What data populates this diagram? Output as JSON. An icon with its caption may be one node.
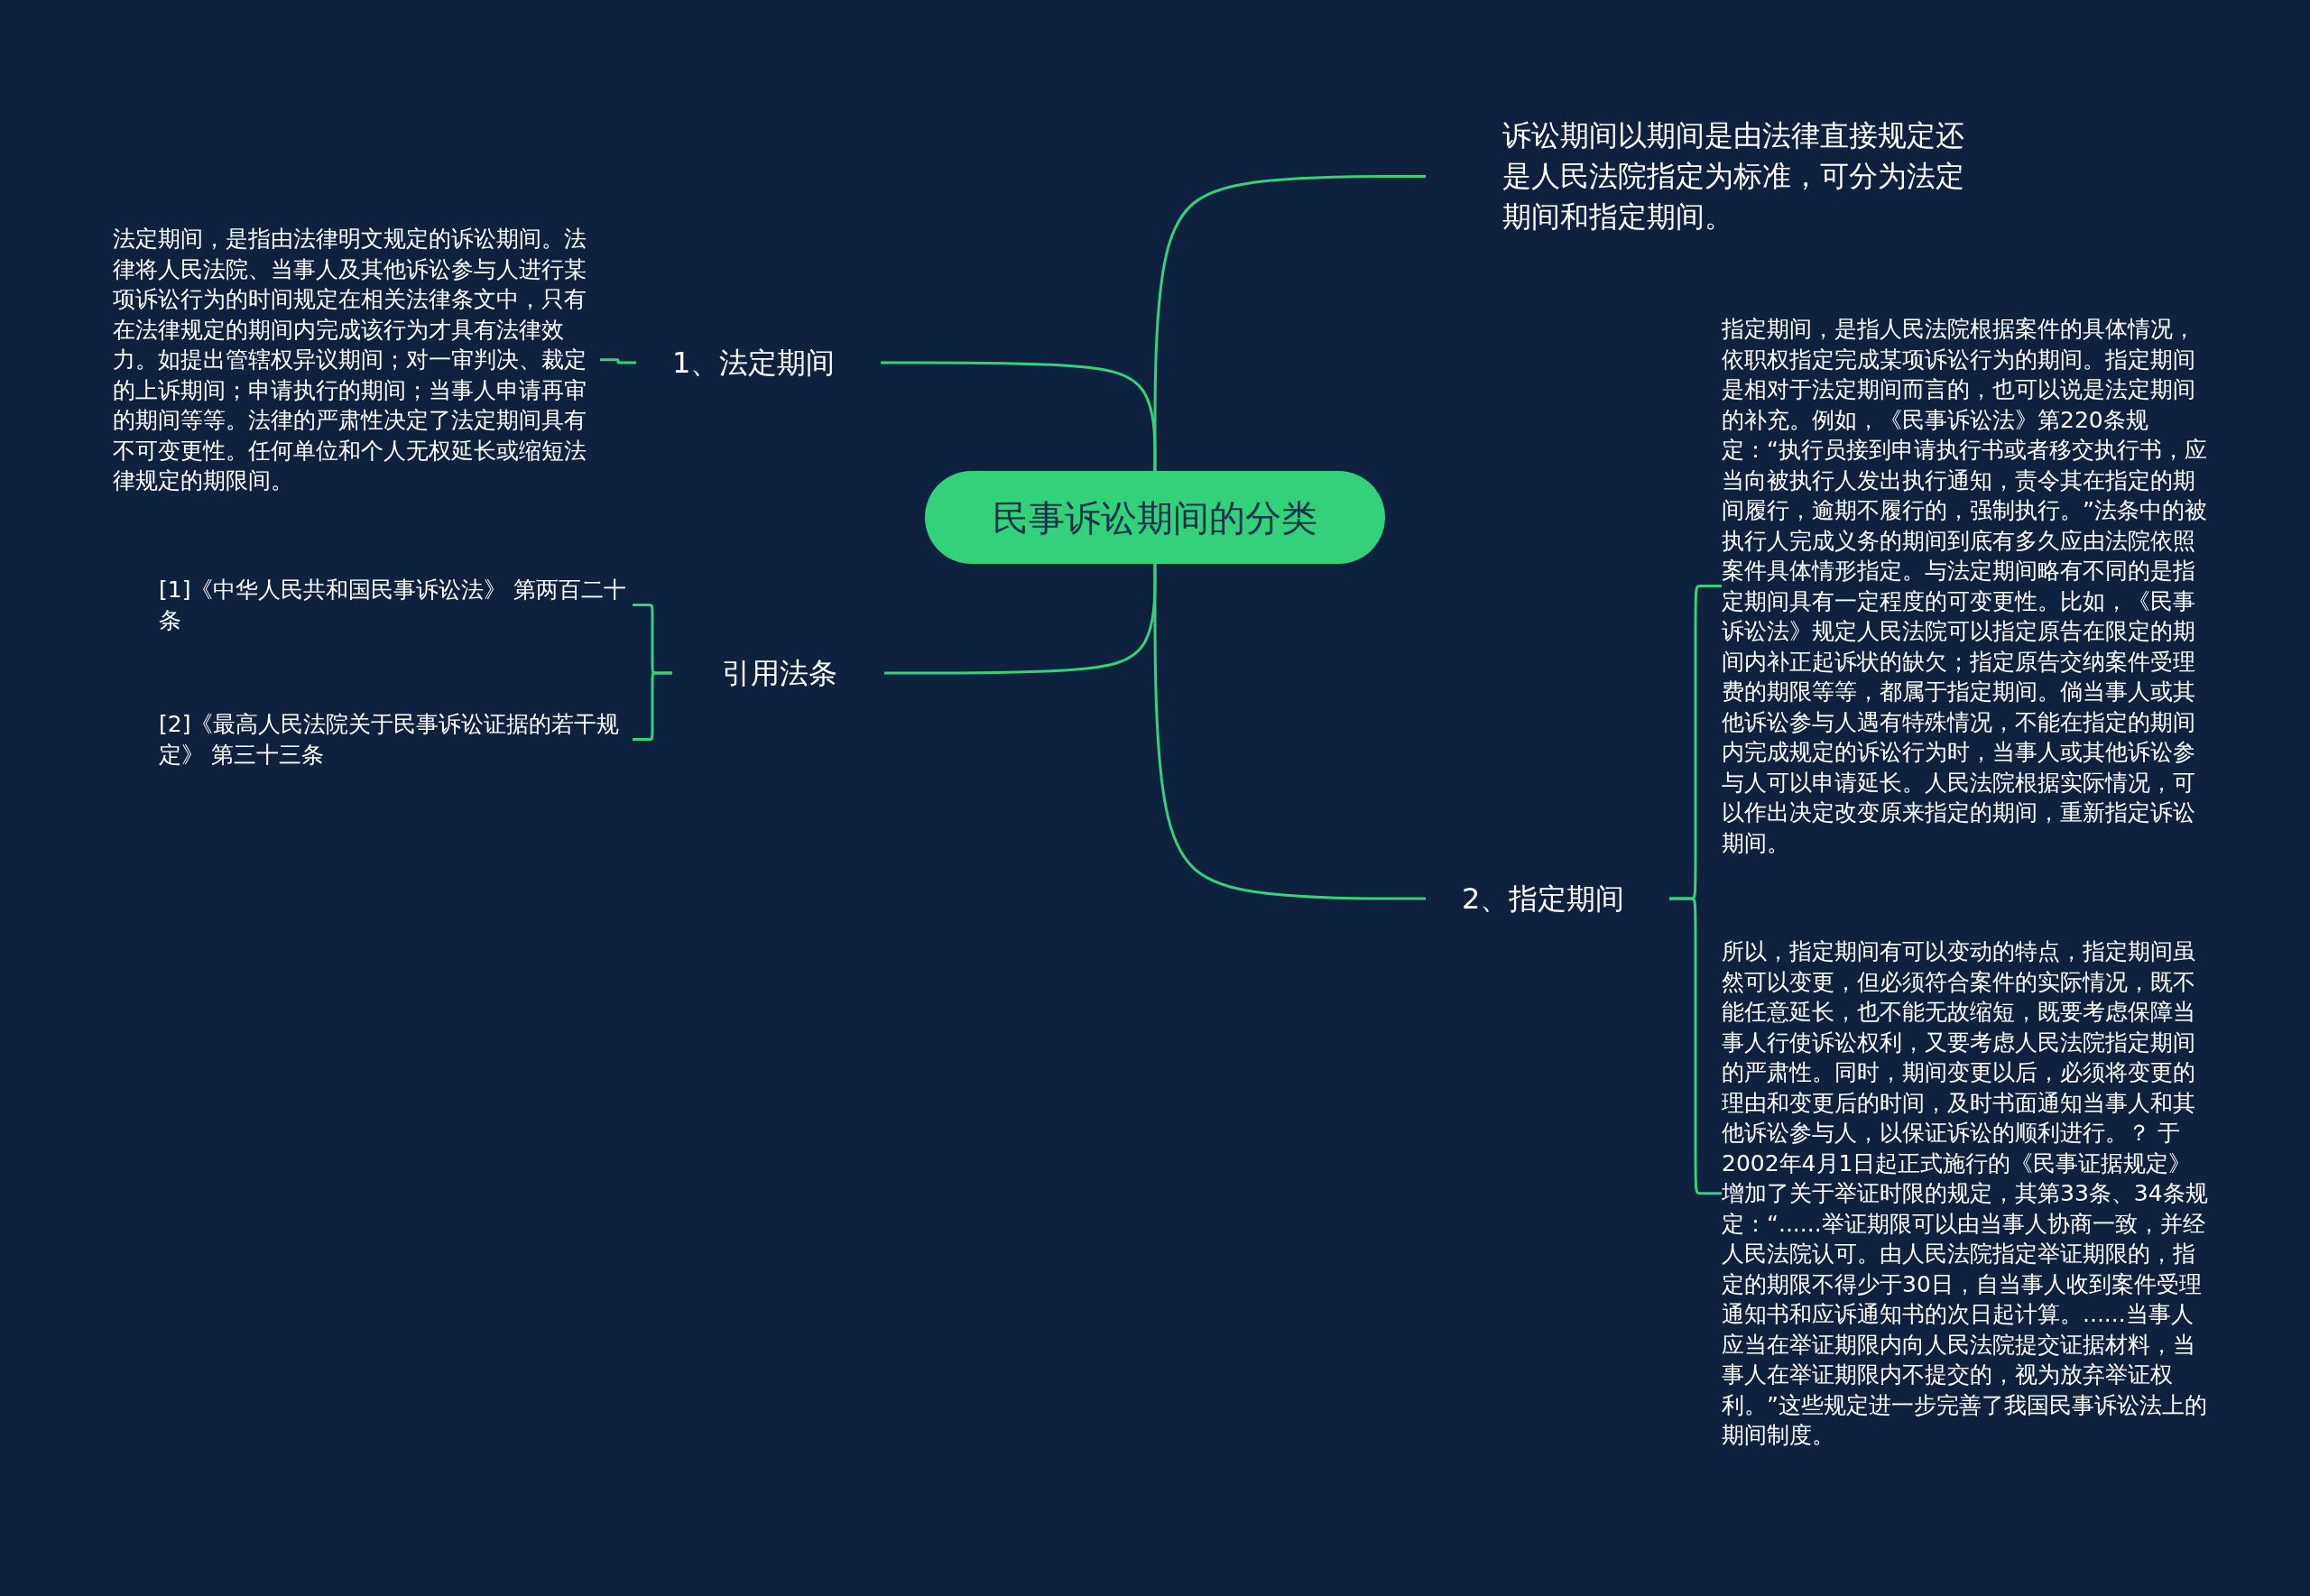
{
  "diagram": {
    "nodes": [
      {
        "text": [
          "民事诉讼期间的分类"
        ]
      },
      {
        "text": [
          "诉讼期间以期间是由法律直接规定还是人民法院指定为标准，可分为法定期间和指定期间。"
        ]
      },
      {
        "text": [
          "1、法定期间"
        ]
      },
      {
        "text": [
          "法定期间，是指由法律明文规定的诉讼期间。法律将人民法院、当事人及其他诉讼参与人进行某项诉讼行为的时间规定在相关法律条文中，只有在法律规定的期间内完成该行为才具有法律效力。如提出管辖权异议期间；对一审判决、裁定的上诉期间；申请执行的期间；当事人申请再审的期间等等。法律的严肃性决定了法定期间具有不可变更性。任何单位和个人无权延长或缩短法律规定的期限间。"
        ]
      },
      {
        "text": [
          "引用法条"
        ]
      },
      {
        "text": [
          "[1]《中华人民共和国民事诉讼法》 第两百二十条"
        ]
      },
      {
        "text": [
          "[2]《最高人民法院关于民事诉讼证据的若干规定》 第三十三条"
        ]
      },
      {
        "text": [
          "2、指定期间"
        ]
      },
      {
        "text": [
          "指定期间，是指人民法院根据案件的具体情况，依职权指定完成某项诉讼行为的期间。指定期间是相对于法定期间而言的，也可以说是法定期间的补充。例如，《民事诉讼法》第220条规定：“执行员接到申请执行书或者移交执行书，应当向被执行人发出执行通知，责令其在指定的期间履行，逾期不履行的，强制执行。”法条中的被执行人完成义务的期间到底有多久应由法院依照案件具体情形指定。与法定期间略有不同的是指定期间具有一定程度的可变更性。比如，《民事诉讼法》规定人民法院可以指定原告在限定的期间内补正起诉状的缺欠；指定原告交纳案件受理费的期限等等，都属于指定期间。倘当事人或其他诉讼参与人遇有特殊情况，不能在指定的期间内完成规定的诉讼行为时，当事人或其他诉讼参与人可以申请延长。人民法院根据实际情况，可以作出决定改变原来指定的期间，重新指定诉讼期间。"
        ]
      },
      {
        "text": [
          "所以，指定期间有可以变动的特点，指定期间虽然可以变更，但必须符合案件的实际情况，既不能任意延长，也不能无故缩短，既要考虑保障当事人行使诉讼权利，又要考虑人民法院指定期间的严肃性。同时，期间变更以后，必须将变更的理由和变更后的时间，及时书面通知当事人和其他诉讼参与人，以保证诉讼的顺利进行。？ 于2002年4月1日起正式施行的《民事证据规定》增加了关于举证时限的规定，其第33条、34条规定：“......举证期限可以由当事人协商一致，并经人民法院认可。由人民法院指定举证期限的，指定的期限不得少于30日，自当事人收到案件受理通知书和应诉通知书的次日起计算。......当事人应当在举证期限内向人民法院提交证据材料，当事人在举证期限内不提交的，视为放弃举证权利。”这些规定进一步完善了我国民事诉讼法上的期间制度。"
        ]
      }
    ],
    "edges": [
      {
        "from": 0,
        "to": 1,
        "arrow": "none"
      },
      {
        "from": 0,
        "to": 2,
        "arrow": "none"
      },
      {
        "from": 2,
        "to": 3,
        "arrow": "none"
      },
      {
        "from": 0,
        "to": 4,
        "arrow": "none"
      },
      {
        "from": 4,
        "to": 5,
        "arrow": "none"
      },
      {
        "from": 4,
        "to": 6,
        "arrow": "none"
      },
      {
        "from": 0,
        "to": 7,
        "arrow": "none"
      },
      {
        "from": 7,
        "to": 8,
        "arrow": "none"
      },
      {
        "from": 7,
        "to": 9,
        "arrow": "none"
      }
    ]
  }
}
